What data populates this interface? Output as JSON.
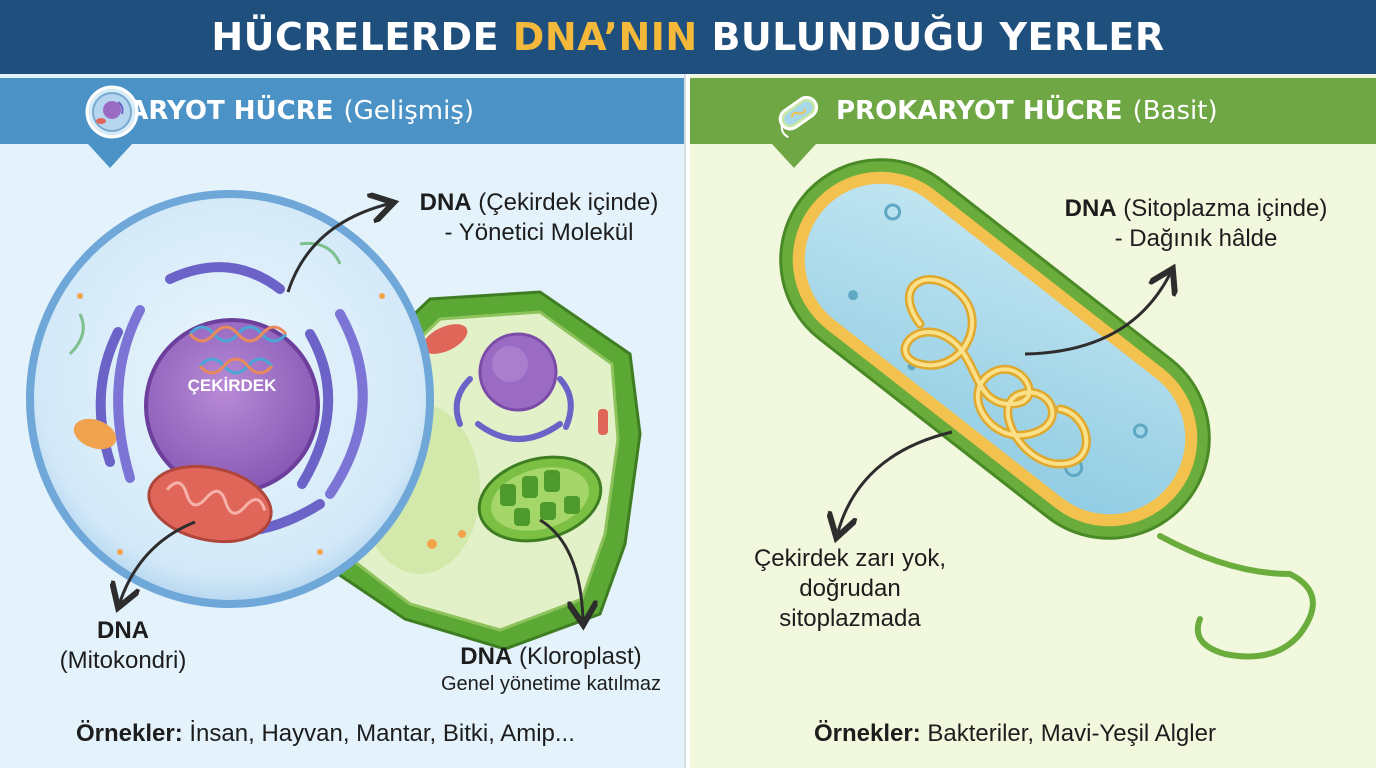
{
  "title": {
    "prefix": "HÜCRELERDE",
    "highlight": "DNA’NIN",
    "suffix": "BULUNDUĞU YERLER"
  },
  "eukaryote": {
    "header_bold": "ÖKARYOT HÜCRE",
    "header_sub": "(Gelişmiş)",
    "nucleus_label": "ÇEKİRDEK",
    "nucleus_dna_bold": "DNA",
    "nucleus_dna_rest": "(Çekirdek içinde)",
    "nucleus_dna_line2": "- Yönetici Molekül",
    "mito_dna_bold": "DNA",
    "mito_dna_line2": "(Mitokondri)",
    "chloro_dna_bold": "DNA",
    "chloro_dna_rest": "(Kloroplast)",
    "chloro_dna_line2": "Genel yönetime katılmaz",
    "examples_bold": "Örnekler:",
    "examples_rest": "İnsan, Hayvan, Mantar, Bitki, Amip..."
  },
  "prokaryote": {
    "header_bold": "PROKARYOT HÜCRE",
    "header_sub": "(Basit)",
    "dna_bold": "DNA",
    "dna_rest": "(Sitoplazma içinde)",
    "dna_line2": "- Dağınık hâlde",
    "note_line1": "Çekirdek zarı yok,",
    "note_line2": "doğrudan",
    "note_line3": "sitoplazmada",
    "examples_bold": "Örnekler:",
    "examples_rest": "Bakteriler, Mavi-Yeşil Algler"
  },
  "colors": {
    "title_bg": "#1f4f7c",
    "title_accent": "#f4b93a",
    "eukaryote_header": "#4b92c6",
    "prokaryote_header": "#6ea744",
    "nucleus": "#9b6bc4",
    "mitochondria": "#e0665a",
    "chloroplast": "#7cc043",
    "bacteria_wall": "#6aad3c",
    "bacteria_inner": "#a7d8ea",
    "dna_loop": "#f2c14e"
  }
}
